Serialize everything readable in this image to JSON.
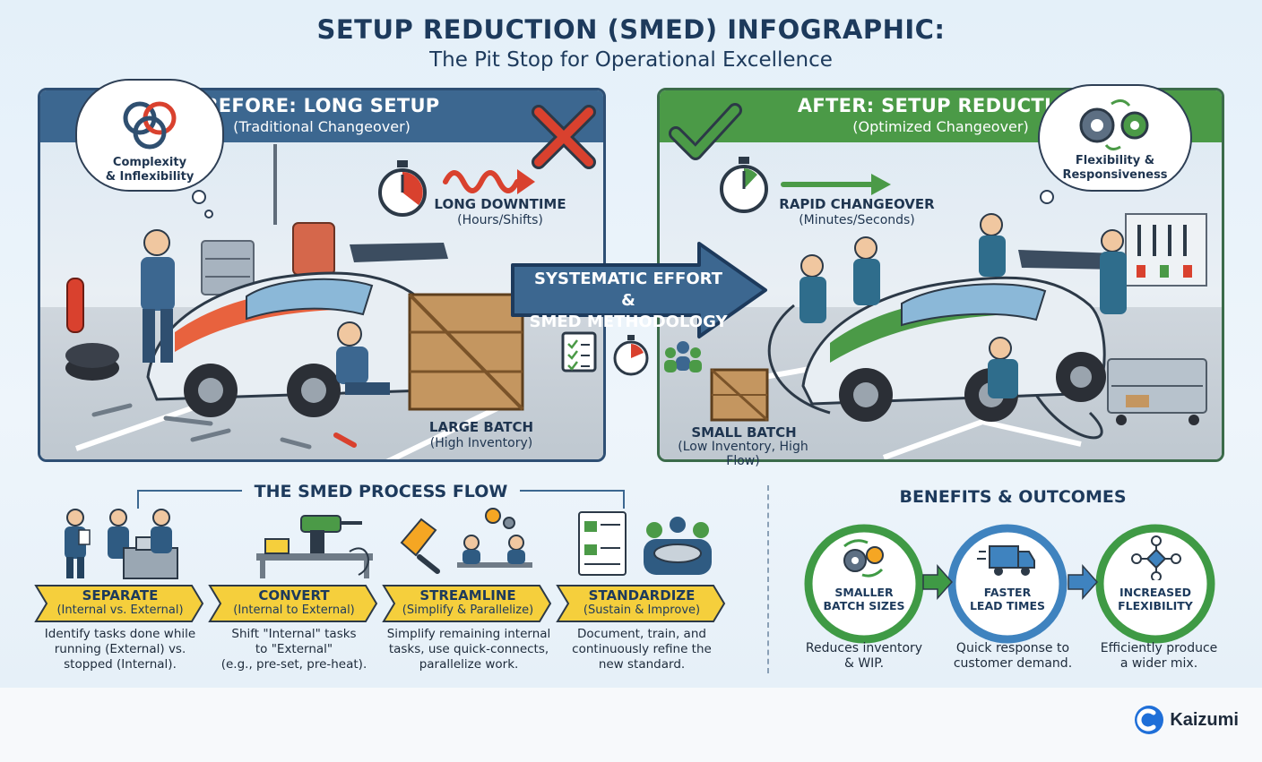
{
  "header": {
    "title": "SETUP REDUCTION (SMED) INFOGRAPHIC:",
    "subtitle": "The Pit Stop for Operational Excellence"
  },
  "before": {
    "title": "BEFORE: LONG SETUP",
    "subtitle": "(Traditional Changeover)",
    "cloud": "Complexity\n& Inflexibility",
    "downtime_label": "LONG DOWNTIME",
    "downtime_sub": "(Hours/Shifts)",
    "batch_label": "LARGE BATCH",
    "batch_sub": "(High Inventory)"
  },
  "transition": {
    "line1": "SYSTEMATIC EFFORT &",
    "line2": "SMED METHODOLOGY"
  },
  "after": {
    "title": "AFTER: SETUP REDUCTION",
    "subtitle": "(Optimized Changeover)",
    "cloud": "Flexibility &\nResponsiveness",
    "changeover_label": "RAPID CHANGEOVER",
    "changeover_sub": "(Minutes/Seconds)",
    "batch_label": "SMALL BATCH",
    "batch_sub": "(Low Inventory, High Flow)"
  },
  "process": {
    "title": "THE SMED PROCESS FLOW",
    "steps": [
      {
        "name": "SEPARATE",
        "sub": "(Internal vs. External)",
        "desc": "Identify tasks done while\nrunning (External) vs.\nstopped (Internal)."
      },
      {
        "name": "CONVERT",
        "sub": "(Internal to External)",
        "desc": "Shift \"Internal\" tasks\nto \"External\"\n(e.g., pre-set, pre-heat)."
      },
      {
        "name": "STREAMLINE",
        "sub": "(Simplify & Parallelize)",
        "desc": "Simplify remaining internal\ntasks, use quick-connects,\nparallelize work."
      },
      {
        "name": "STANDARDIZE",
        "sub": "(Sustain & Improve)",
        "desc": "Document, train, and\ncontinuously refine the\nnew standard."
      }
    ]
  },
  "benefits": {
    "title": "BENEFITS & OUTCOMES",
    "items": [
      {
        "name": "SMALLER\nBATCH SIZES",
        "desc": "Reduces inventory\n& WIP."
      },
      {
        "name": "FASTER\nLEAD TIMES",
        "desc": "Quick response to\ncustomer demand."
      },
      {
        "name": "INCREASED\nFLEXIBILITY",
        "desc": "Efficiently produce\na wider mix."
      }
    ]
  },
  "brand": {
    "name": "Kaizumi"
  },
  "colors": {
    "navy": "#1d3a5c",
    "before_blue": "#3c6790",
    "after_green": "#4b9a47",
    "banner_yellow": "#f5cf3c",
    "alert_red": "#d9412e",
    "benefit_green": "#3f9a45",
    "benefit_blue": "#3f83bf"
  }
}
